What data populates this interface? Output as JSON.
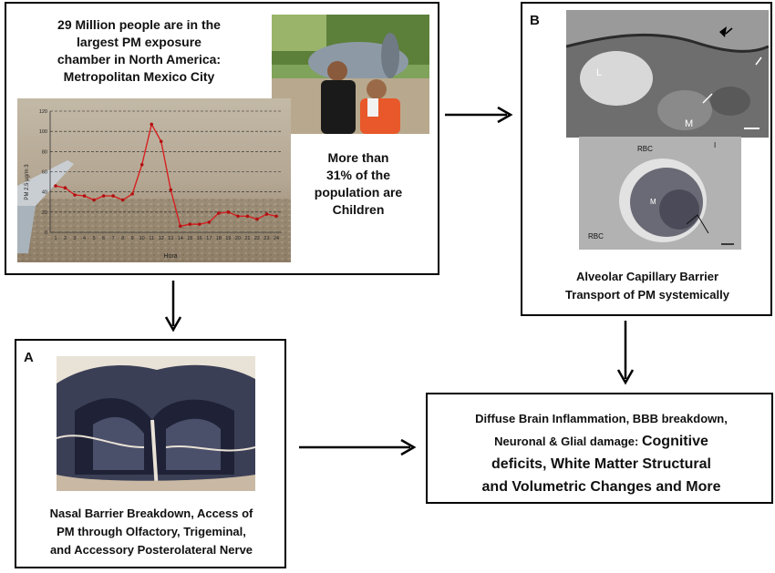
{
  "top_box": {
    "headline": [
      "29 Million  people are in the",
      "largest PM exposure",
      "chamber in North America:",
      "Metropolitan  Mexico City"
    ],
    "children_note": [
      "More than",
      "31% of the",
      "population are",
      "Children"
    ],
    "photo_icon": "teen-boys-photo"
  },
  "chart_data": {
    "type": "line",
    "title": "",
    "xlabel": "Hora",
    "ylabel": "PM 2.5 µg/m 3",
    "x": [
      1,
      2,
      3,
      4,
      5,
      6,
      7,
      8,
      9,
      10,
      11,
      12,
      13,
      14,
      15,
      16,
      17,
      18,
      19,
      20,
      21,
      22,
      23,
      24
    ],
    "values": [
      46,
      44,
      37,
      36,
      32,
      36,
      36,
      32,
      38,
      67,
      107,
      90,
      42,
      6,
      8,
      8,
      10,
      19,
      20,
      16,
      16,
      13,
      18,
      16
    ],
    "ylim": [
      0,
      120
    ],
    "yticks": [
      0,
      20,
      40,
      60,
      80,
      100,
      120
    ],
    "grid": "dashed horizontal",
    "line_color": "#d62020",
    "background": "aerial city photo"
  },
  "panel_b": {
    "letter": "B",
    "image_labels": [
      "L",
      "M",
      "RBC",
      "I",
      "RBC",
      "M"
    ],
    "caption": [
      "Alveolar Capillary Barrier",
      "Transport  of PM systemically"
    ]
  },
  "panel_a": {
    "letter": "A",
    "caption": [
      "Nasal Barrier Breakdown, Access of",
      "PM through Olfactory, Trigeminal,",
      "and Accessory Posterolateral Nerve"
    ]
  },
  "outcome_box": {
    "line1": "Diffuse Brain Inflammation,  BBB breakdown,",
    "line2_small": "Neuronal  & Glial damage: ",
    "line2_large": "Cognitive",
    "line3": "deficits, White Matter Structural",
    "line4": "and Volumetric Changes and More"
  },
  "colors": {
    "border": "#000000",
    "series": "#d62020",
    "marker": "#b01010"
  }
}
